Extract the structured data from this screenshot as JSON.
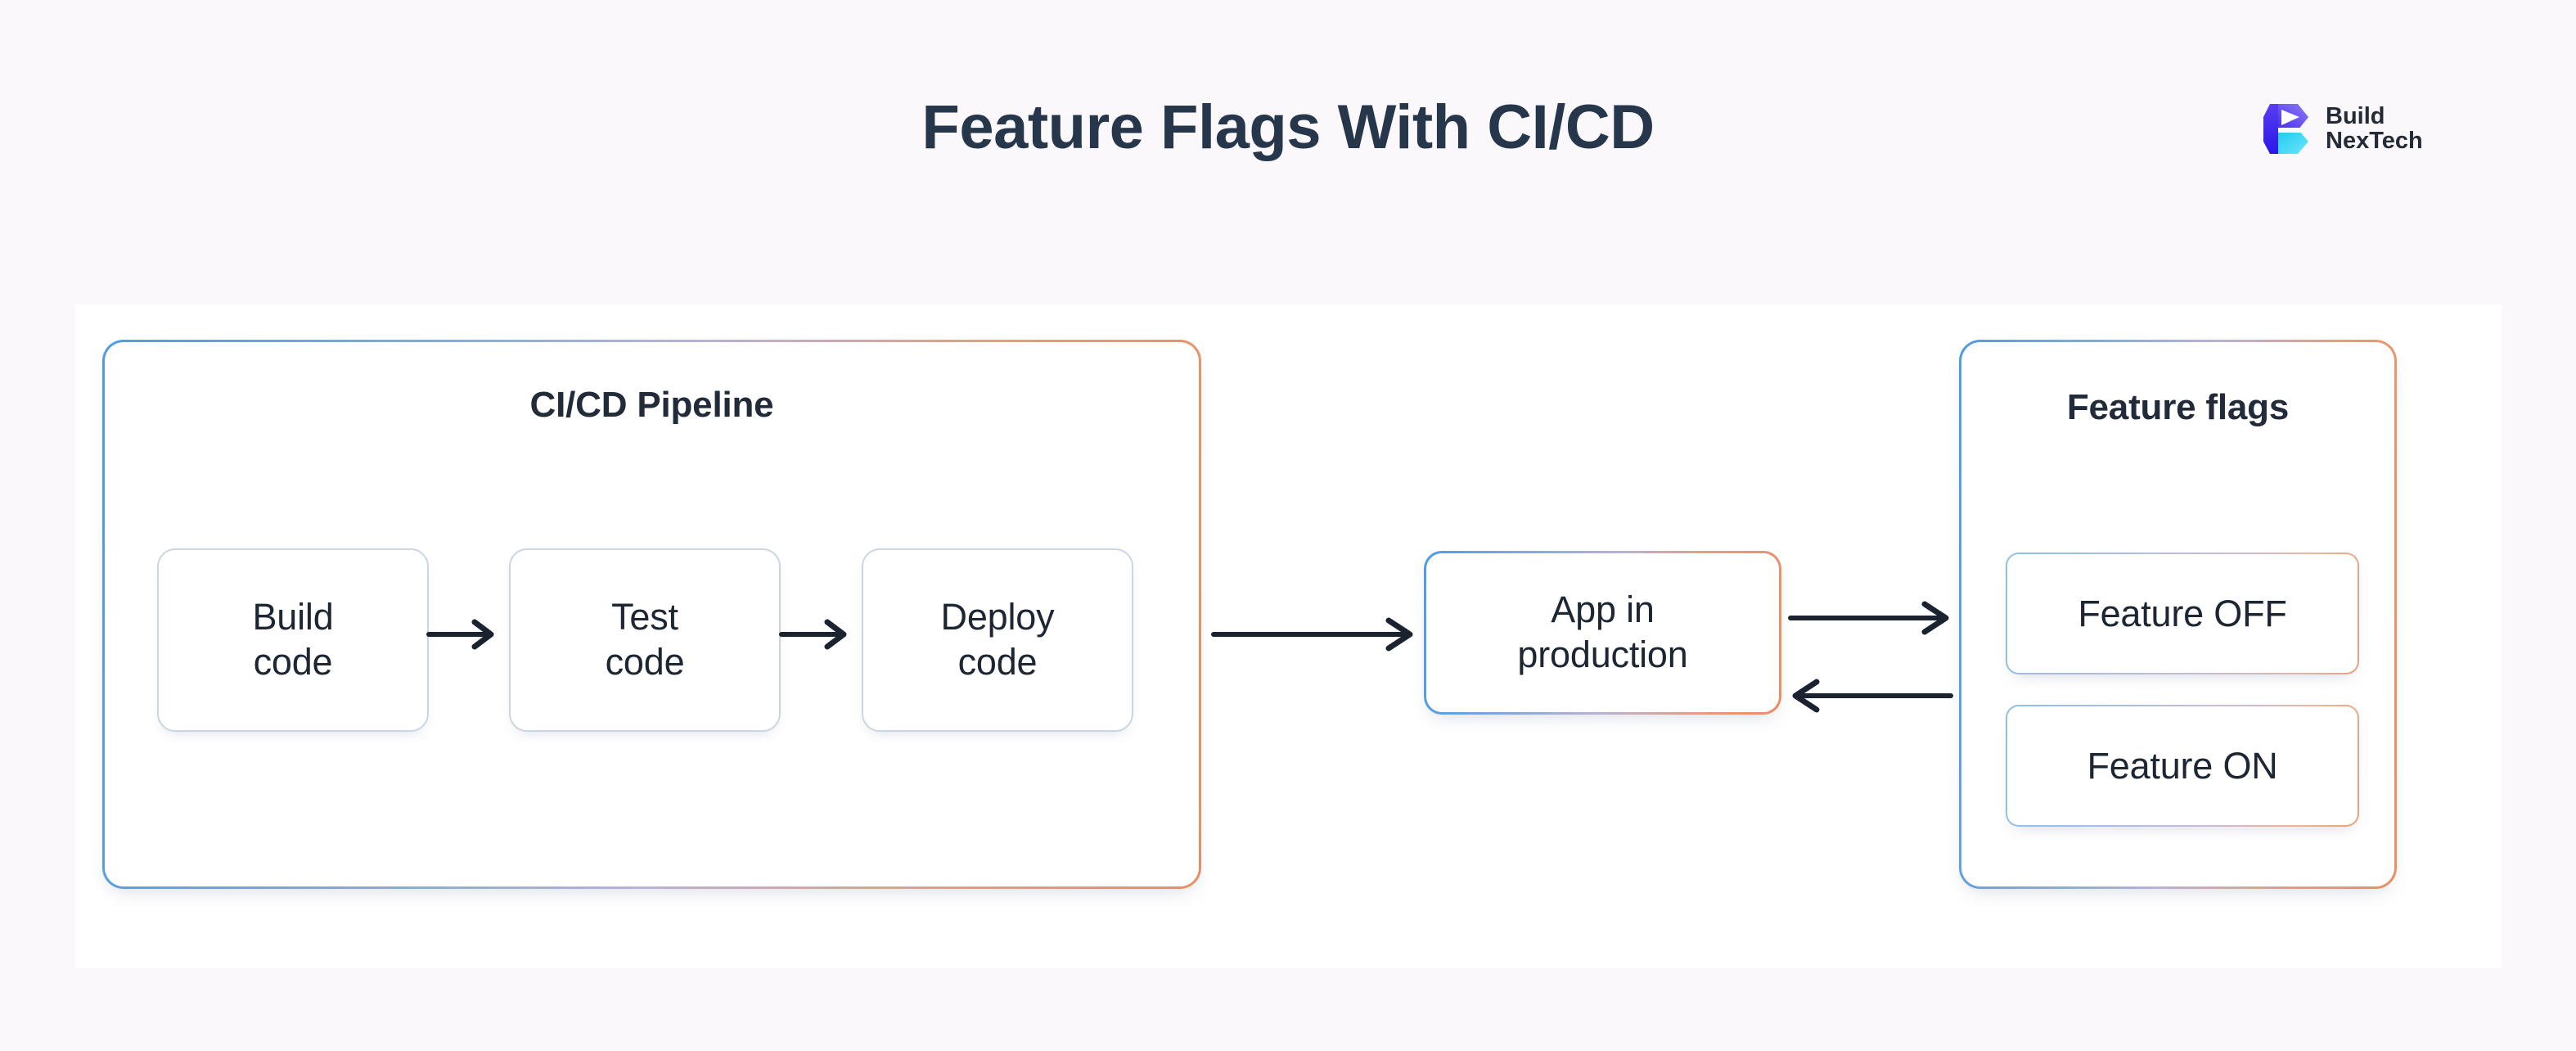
{
  "header": {
    "title": "Feature Flags With CI/CD",
    "brand": {
      "line1": "Build",
      "line2": "NexTech",
      "logo_icon": "buildnextech-b-hexagon-logo-icon",
      "colors": {
        "purple": "#4f3ff0",
        "indigo": "#6f5bf5",
        "violet": "#7b68ee",
        "cyan": "#2ed8f7",
        "text": "#242b38"
      }
    }
  },
  "diagram": {
    "pipeline": {
      "title": "CI/CD Pipeline",
      "stages": [
        {
          "line1": "Build",
          "line2": "code"
        },
        {
          "line1": "Test",
          "line2": "code"
        },
        {
          "line1": "Deploy",
          "line2": "code"
        }
      ]
    },
    "app": {
      "line1": "App in",
      "line2": "production"
    },
    "flags": {
      "title": "Feature flags",
      "items": [
        {
          "label": "Feature OFF"
        },
        {
          "label": "Feature ON"
        }
      ]
    },
    "arrows": [
      {
        "name": "build-to-test",
        "direction": "right"
      },
      {
        "name": "test-to-deploy",
        "direction": "right"
      },
      {
        "name": "deploy-to-app",
        "direction": "right"
      },
      {
        "name": "app-to-flags",
        "direction": "right"
      },
      {
        "name": "flags-to-app",
        "direction": "left"
      }
    ],
    "colors": {
      "page_background": "#faf8fb",
      "panel_background": "#ffffff",
      "title_text": "#26364b",
      "body_text": "#1d2633",
      "gradient_start": "#4e9ce4",
      "gradient_end": "#e78f63",
      "stage_border": "#ccd5e2",
      "arrow": "#1b2330"
    }
  }
}
